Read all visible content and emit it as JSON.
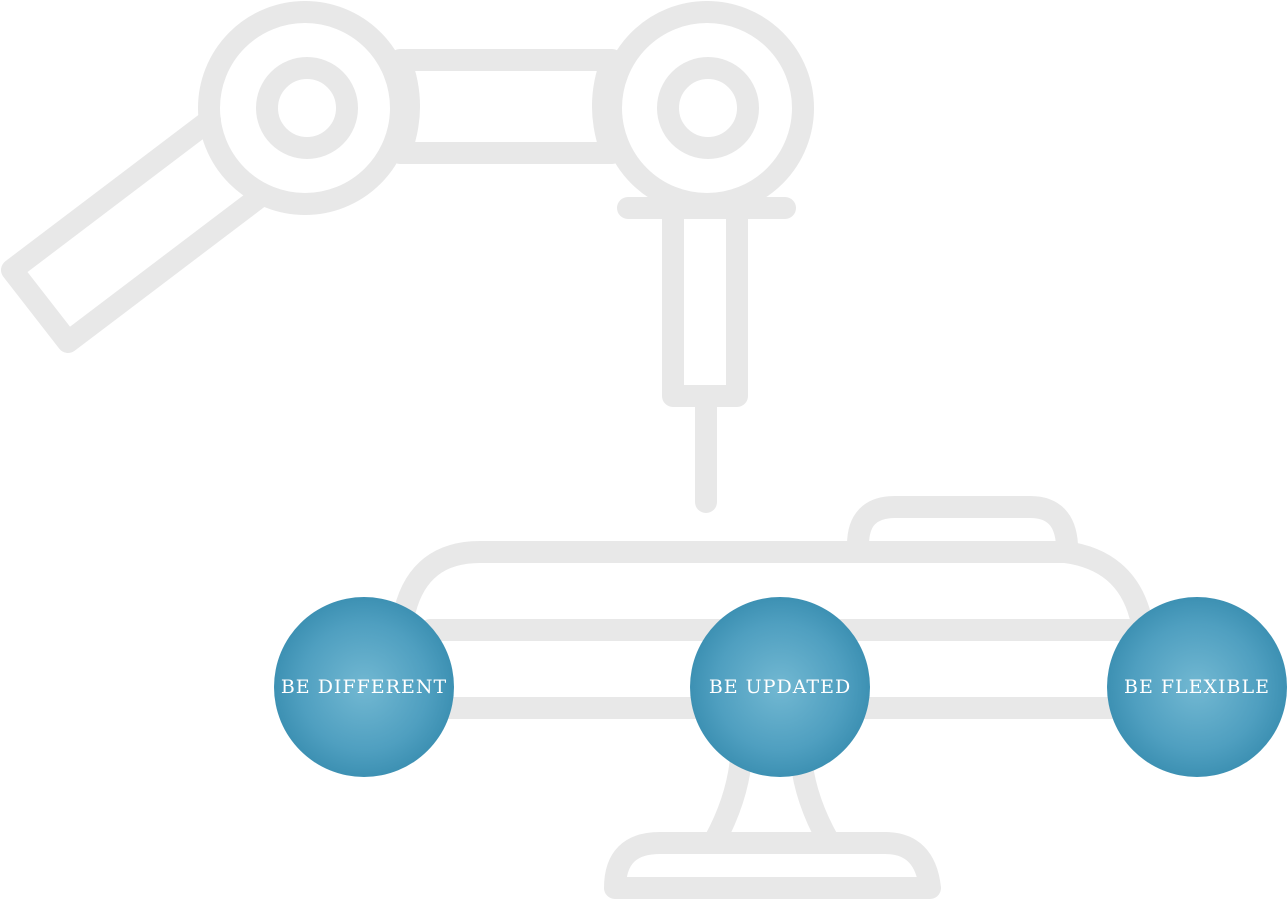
{
  "colors": {
    "outline": "#e8e8e8",
    "bubble_center": "#72b8d2",
    "bubble_edge": "#237ca0",
    "text": "#ffffff"
  },
  "bubbles": [
    {
      "label": "BE DIFFERENT"
    },
    {
      "label": "BE UPDATED"
    },
    {
      "label": "BE FLEXIBLE"
    }
  ]
}
